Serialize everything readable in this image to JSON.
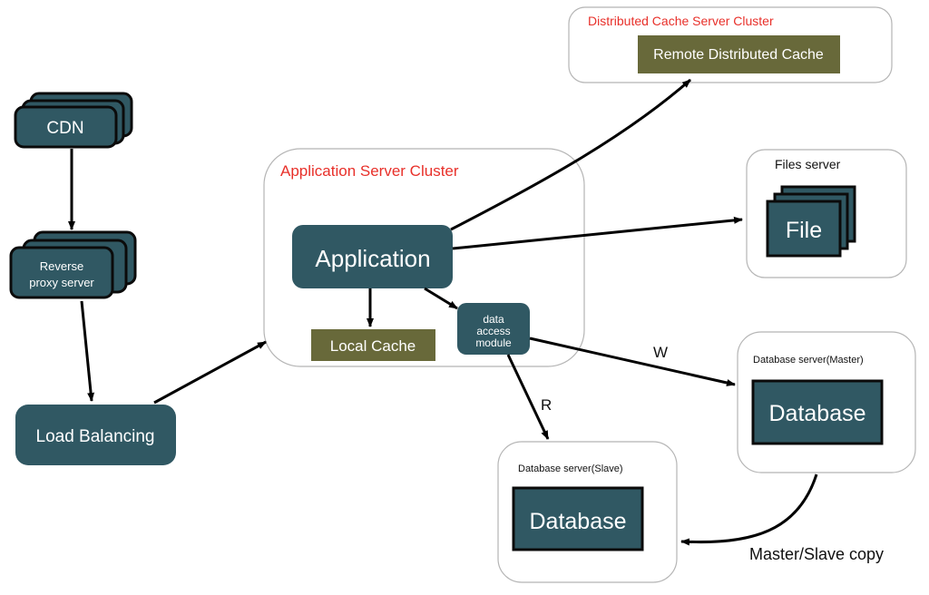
{
  "colors": {
    "node_fill": "#305863",
    "node_stroke": "#0b0b0b",
    "cache_fill": "#68693a",
    "cluster_stroke": "#b5b5b5",
    "title_red": "#e8302a",
    "arrow": "#000000"
  },
  "groups": {
    "cache_cluster": {
      "title": "Distributed Cache Server Cluster"
    },
    "app_cluster": {
      "title": "Application Server Cluster"
    },
    "files_server": {
      "title": "Files server"
    },
    "db_master": {
      "title": "Database server(Master)"
    },
    "db_slave": {
      "title": "Database server(Slave)"
    }
  },
  "nodes": {
    "cdn": "CDN",
    "reverse_proxy_line1": "Reverse",
    "reverse_proxy_line2": "proxy server",
    "load_balancing": "Load Balancing",
    "application": "Application",
    "local_cache": "Local Cache",
    "dam_line1": "data",
    "dam_line2": "access",
    "dam_line3": "module",
    "remote_cache": "Remote Distributed Cache",
    "file": "File",
    "db_master": "Database",
    "db_slave": "Database"
  },
  "edge_labels": {
    "write": "W",
    "read": "R",
    "replication": "Master/Slave copy"
  }
}
